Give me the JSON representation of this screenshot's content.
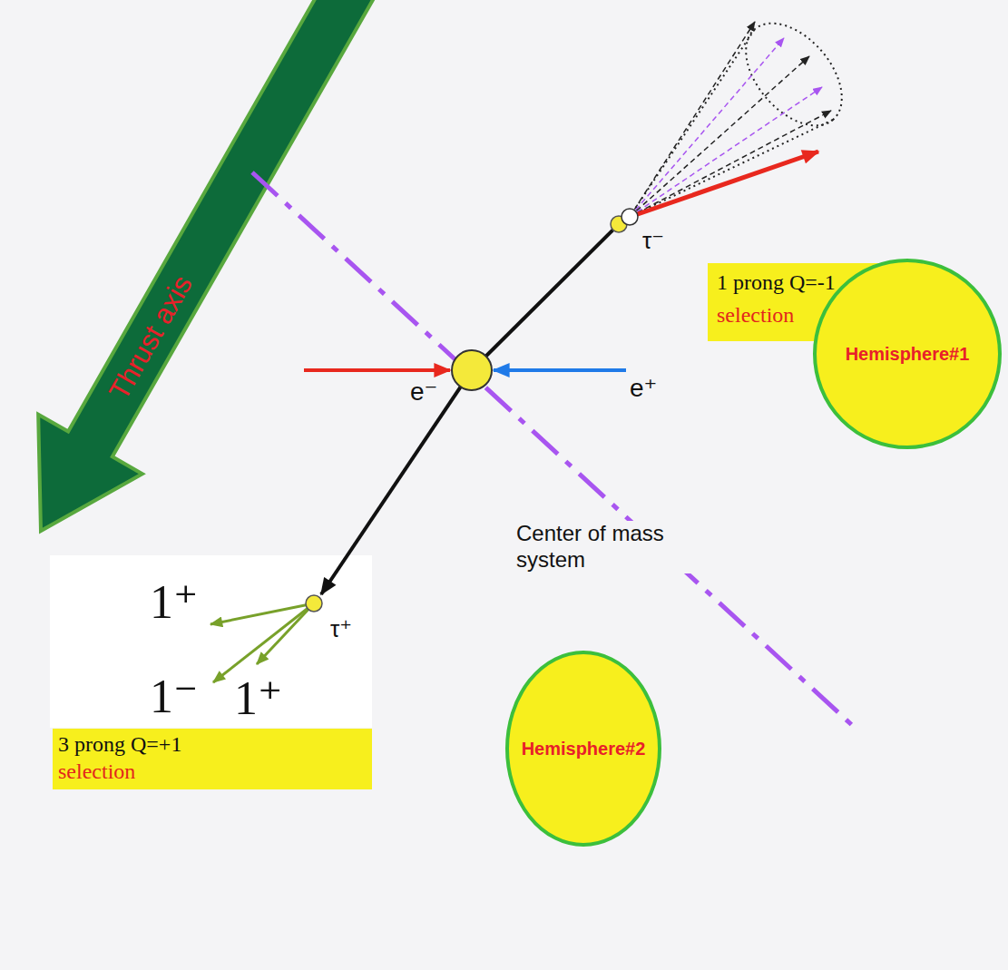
{
  "diagram": {
    "nodes": [
      {
        "text": [
          "1 prong Q=-1",
          "selection"
        ]
      },
      {
        "text": [
          "Hemisphere#1"
        ]
      },
      {
        "text": [
          "3 prong Q=+1",
          "selection"
        ]
      },
      {
        "text": [
          "Hemisphere#2"
        ]
      }
    ],
    "labels": [
      "Thrust axis",
      "τ⁻",
      "e⁻",
      "e⁺",
      "τ⁺",
      "Center of mass system",
      "1⁺",
      "1⁻",
      "1⁺"
    ]
  }
}
